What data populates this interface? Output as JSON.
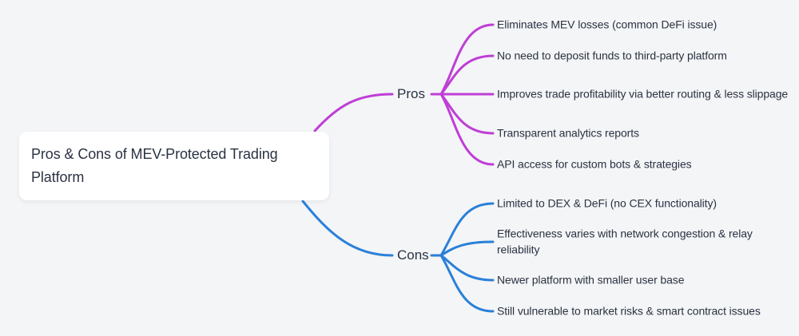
{
  "root": {
    "title": "Pros & Cons of MEV-Protected Trading Platform"
  },
  "branches": [
    {
      "label": "Pros",
      "color": "#bf3ed6",
      "items": [
        "Eliminates MEV losses (common DeFi issue)",
        "No need to deposit funds to third-party platform",
        "Improves trade profitability via better routing & less slippage",
        "Transparent analytics reports",
        "API access for custom bots & strategies"
      ]
    },
    {
      "label": "Cons",
      "color": "#2a80d8",
      "items": [
        "Limited to DEX & DeFi (no CEX functionality)",
        "Effectiveness varies with network congestion & relay reliability",
        "Newer platform with smaller user base",
        "Still vulnerable to market risks & smart contract issues"
      ]
    }
  ],
  "colors": {
    "background": "#f4f5f7",
    "card": "#ffffff",
    "text": "#2a3242",
    "pros_accent": "#bf3ed6",
    "cons_accent": "#2a80d8"
  }
}
